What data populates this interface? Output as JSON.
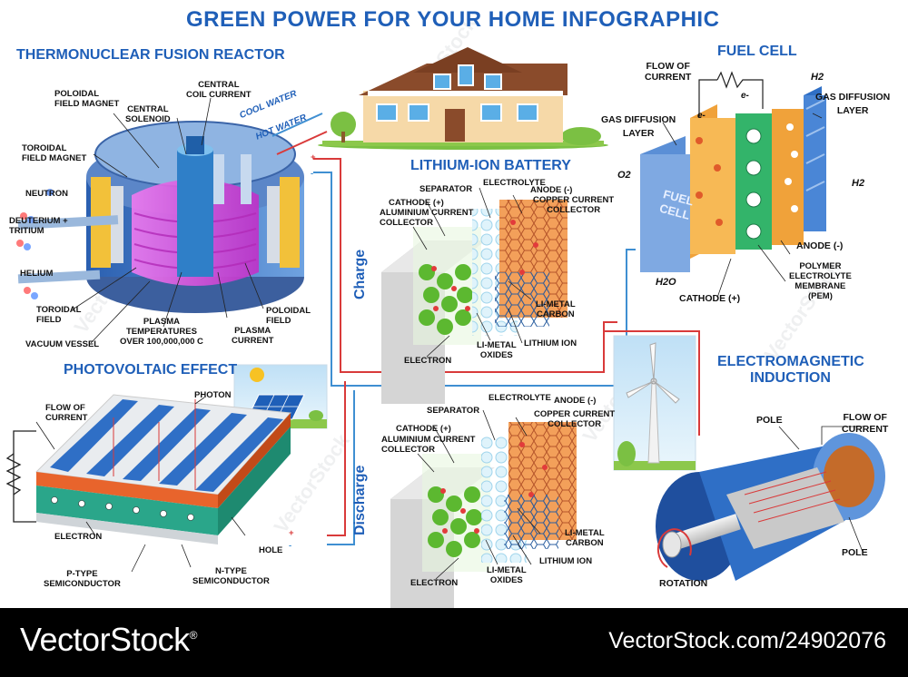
{
  "title": "GREEN POWER FOR YOUR HOME INFOGRAPHIC",
  "sections": {
    "fusion": "THERMONUCLEAR FUSION REACTOR",
    "battery": "LITHIUM-ION BATTERY",
    "fuel_cell": "FUEL CELL",
    "photovoltaic": "PHOTOVOLTAIC  EFFECT",
    "induction_1": "ELECTROMAGNETIC",
    "induction_2": "INDUCTION",
    "charge": "Charge",
    "discharge": "Discharge"
  },
  "fusion_labels": {
    "poloidal_magnet": "POLOIDAL\nFIELD MAGNET",
    "central_solenoid": "CENTRAL\nSOLENOID",
    "central_coil": "CENTRAL\nCOIL CURRENT",
    "cool_water": "COOL WATER",
    "hot_water": "HOT WATER",
    "toroidal_magnet": "TOROIDAL\nFIELD MAGNET",
    "neutron": "NEUTRON",
    "deuterium": "DEUTERIUM +\nTRITIUM",
    "helium": "HELIUM",
    "toroidal_field": "TOROIDAL\nFIELD",
    "plasma_temp": "PLASMA\nTEMPERATURES\nOVER 100,000,000 C",
    "poloidal_field": "POLOIDAL\nFIELD",
    "vacuum_vessel": "VACUUM VESSEL",
    "plasma_current": "PLASMA\nCURRENT"
  },
  "battery_charge_labels": {
    "separator": "SEPARATOR",
    "electrolyte": "ELECTROLYTE",
    "anode": "ANODE (-)",
    "cathode": "CATHODE (+)",
    "al_collector": "ALUMINIUM CURRENT\nCOLLECTOR",
    "cu_collector": "COPPER CURRENT\nCOLLECTOR",
    "li_metal_carbon": "LI-METAL\nCARBON",
    "electron": "ELECTRON",
    "li_metal_oxides": "LI-METAL\nOXIDES",
    "lithium_ion": "LITHIUM ION"
  },
  "battery_discharge_labels": {
    "separator": "SEPARATOR",
    "electrolyte": "ELECTROLYTE",
    "anode": "ANODE (-)",
    "cathode": "CATHODE (+)",
    "al_collector": "ALUMINIUM CURRENT\nCOLLECTOR",
    "cu_collector": "COPPER CURRENT\nCOLLECTOR",
    "li_metal_carbon": "LI-METAL\nCARBON",
    "electron": "ELECTRON",
    "li_metal_oxides": "LI-METAL\nOXIDES",
    "lithium_ion": "LITHIUM ION"
  },
  "fuel_cell_labels": {
    "flow": "FLOW OF\nCURRENT",
    "gdl_left": "GAS DIFFUSION\nLAYER",
    "gdl_right": "GAS DIFFUSION\nLAYER",
    "h2_top": "H2",
    "h2_right": "H2",
    "o2": "O2",
    "h2o": "H2O",
    "anode": "ANODE (-)",
    "pem": "POLYMER\nELECTROLYTE\nMEMBRANE\n(PEM)",
    "cathode": "CATHODE (+)",
    "box_text": "FUEL\nCELL",
    "e1": "e-",
    "e2": "e-"
  },
  "pv_labels": {
    "flow": "FLOW OF\nCURRENT",
    "photon": "PHOTON",
    "electron": "ELECTRON",
    "hole": "HOLE",
    "p_type": "P-TYPE\nSEMICONDUCTOR",
    "n_type": "N-TYPE\nSEMICONDUCTOR"
  },
  "induction_labels": {
    "pole_top": "POLE",
    "flow": "FLOW OF\nCURRENT",
    "pole_bottom": "POLE",
    "rotation": "ROTATION"
  },
  "wire_signs": {
    "plus": "+",
    "minus": "-"
  },
  "watermark": "VectorStock",
  "footer": {
    "brand": "VectorStock",
    "registered": "®",
    "url": "VectorStock.com/24902076"
  },
  "colors": {
    "title_blue": "#1f5fb8",
    "wire_red": "#d93a3a",
    "wire_blue": "#3f8fd2",
    "magenta_plasma": "#e040e0",
    "cell_orange": "#f0a23a",
    "cell_green": "#33b46a",
    "motor_blue": "#2f6fc6"
  }
}
